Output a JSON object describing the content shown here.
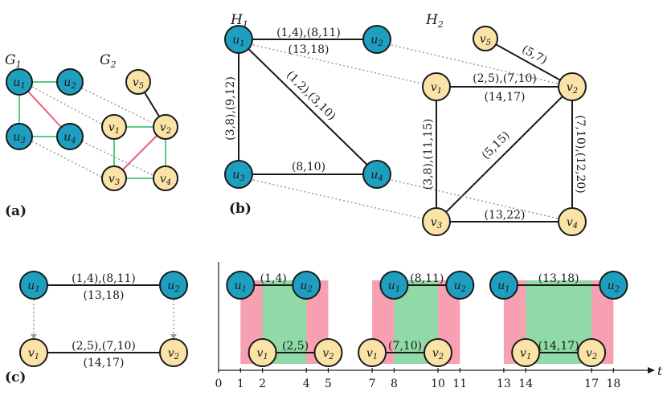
{
  "panels": {
    "a": "(a)",
    "b": "(b)",
    "c": "(c)"
  },
  "graphs": {
    "g1": "G",
    "g1_sub": "1",
    "g2": "G",
    "g2_sub": "2",
    "h1": "H",
    "h1_sub": "1",
    "h2": "H",
    "h2_sub": "2"
  },
  "nodes": {
    "u": "u",
    "v": "v",
    "s1": "1",
    "s2": "2",
    "s3": "3",
    "s4": "4",
    "s5": "5"
  },
  "edges_b": {
    "u1u2_top": "(1,4),(8,11)",
    "u1u2_bot": "(13,18)",
    "u1u3": "(3,8),(9,12)",
    "u1u4": "(1,2),(3,10)",
    "u3u4": "(8,10)",
    "v5v2": "(5,7)",
    "v1v2_top": "(2,5),(7,10)",
    "v1v2_bot": "(14,17)",
    "v1v3": "(3,8),(11,15)",
    "v3v2": "(5,15)",
    "v2v4": "(7,10),(12,20)",
    "v3v4": "(13,22)"
  },
  "edges_c": {
    "u_top": "(1,4),(8,11)",
    "u_bot": "(13,18)",
    "v_top": "(2,5),(7,10)",
    "v_bot": "(14,17)"
  },
  "timeline": {
    "axis_label": "t",
    "windows": [
      {
        "u": "(1,4)",
        "v": "(2,5)",
        "outer": [
          1,
          5
        ],
        "inner": [
          2,
          4
        ]
      },
      {
        "u": "(8,11)",
        "v": "(7,10)",
        "outer": [
          7,
          11
        ],
        "inner": [
          8,
          10
        ]
      },
      {
        "u": "(13,18)",
        "v": "(14,17)",
        "outer": [
          13,
          18
        ],
        "inner": [
          14,
          17
        ]
      }
    ],
    "ticks": [
      "0",
      "1",
      "2",
      "4",
      "5",
      "7",
      "8",
      "10",
      "11",
      "13",
      "14",
      "17",
      "18"
    ]
  },
  "colors": {
    "blue": "#1e9fc0",
    "yellow": "#fbe3a8",
    "green": "#5cc98a",
    "red": "#e8617a",
    "pink_band": "#f7a0b2",
    "green_band": "#8fdaa6"
  }
}
